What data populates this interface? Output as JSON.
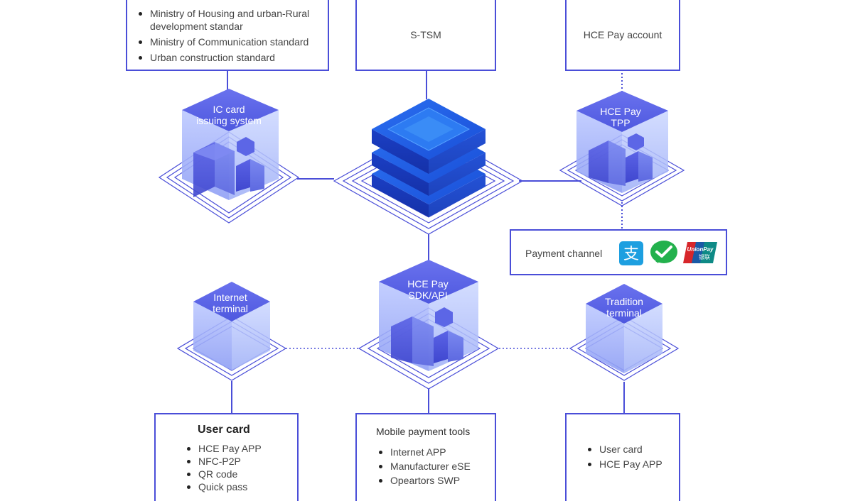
{
  "boxes": {
    "standards": {
      "items": [
        "Ministry of Housing and urban-Rural development standar",
        "Ministry of Communication standard",
        "Urban construction standard"
      ]
    },
    "stsm": {
      "label": "S-TSM"
    },
    "hce_pay_account": {
      "label": "HCE Pay account"
    },
    "payment_channel": {
      "label": "Payment channel"
    },
    "user_card": {
      "title": "User card",
      "items": [
        "HCE Pay APP",
        "NFC-P2P",
        "QR code",
        "Quick pass"
      ]
    },
    "mobile_payment_tools": {
      "title": "Mobile payment tools",
      "items": [
        "Internet APP",
        "Manufacturer eSE",
        "Opeartors SWP"
      ]
    },
    "tradition_terminal_box": {
      "items": [
        "User card",
        "HCE Pay APP"
      ]
    }
  },
  "nodes": {
    "ic_card": {
      "line1": "IC card",
      "line2": "issuing system"
    },
    "hce_tpp": {
      "line1": "HCE Pay",
      "line2": "TPP"
    },
    "hce_sdk": {
      "line1": "HCE Pay",
      "line2": "SDK/API"
    },
    "internet_terminal": {
      "line1": "Internet",
      "line2": "terminal"
    },
    "tradition_terminal": {
      "line1": "Tradition",
      "line2": "terminal"
    }
  },
  "payment_icons": {
    "alipay": {
      "icon": "alipay-icon",
      "glyph": "支",
      "color": "#1d9fe0"
    },
    "wechat": {
      "icon": "wechat-pay-icon",
      "color": "#23b14d"
    },
    "unionpay": {
      "icon": "unionpay-icon",
      "text1": "UnionPay",
      "text2": "银联",
      "colors": [
        "#d7262b",
        "#1a5aa6",
        "#0e8a86"
      ]
    }
  },
  "colors": {
    "border": "#4a4ed8",
    "cube_top": "#5e66e8",
    "cube_side": "#a3b4f8",
    "server": "#1f49d6"
  }
}
